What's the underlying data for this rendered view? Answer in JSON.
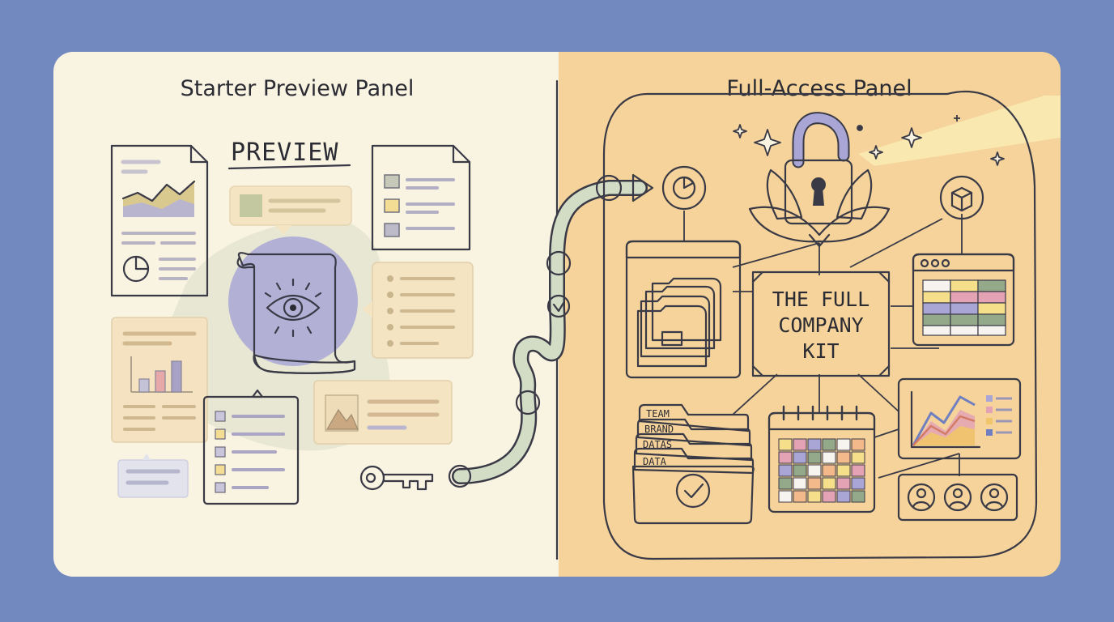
{
  "left_panel": {
    "title": "Starter Preview Panel",
    "preview_label": "PREVIEW"
  },
  "right_panel": {
    "title": "Full-Access Panel",
    "center_lines": [
      "THE FULL",
      "COMPANY",
      "KIT"
    ],
    "folder_tabs": [
      "TEAM",
      "BRAND",
      "DATAS",
      "DATA"
    ]
  },
  "colors": {
    "background": "#7189bf",
    "left_panel": "#f9f3e2",
    "right_panel": "#f5cf8e",
    "lavender": "#a9a6d6",
    "sage": "#93a98a",
    "pink": "#e3a3b5",
    "yellow": "#f6df8a"
  }
}
